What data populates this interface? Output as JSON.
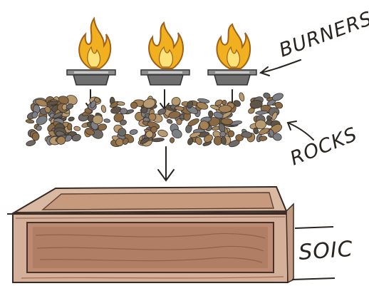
{
  "labels": {
    "burners": "BURNERS",
    "rocks": "ROCKS",
    "soil": "SOIC"
  },
  "diagram": {
    "burner_count": 3,
    "layers": [
      "burners",
      "rocks",
      "soil"
    ]
  },
  "colors": {
    "background": "#ffffff",
    "ink": "#2a2420",
    "flame_outer": "#f0b020",
    "flame_inner": "#fbe37a",
    "flame_edge": "#a0601a",
    "burner_metal": "#6f6f6f",
    "rock_brown": "#8a6a45",
    "rock_gray": "#7c7f86",
    "box_wood": "#c9a48a",
    "box_wood_dark": "#9e7058"
  },
  "icons": {
    "flame": "flame-icon",
    "arrow": "arrow-down-icon"
  }
}
